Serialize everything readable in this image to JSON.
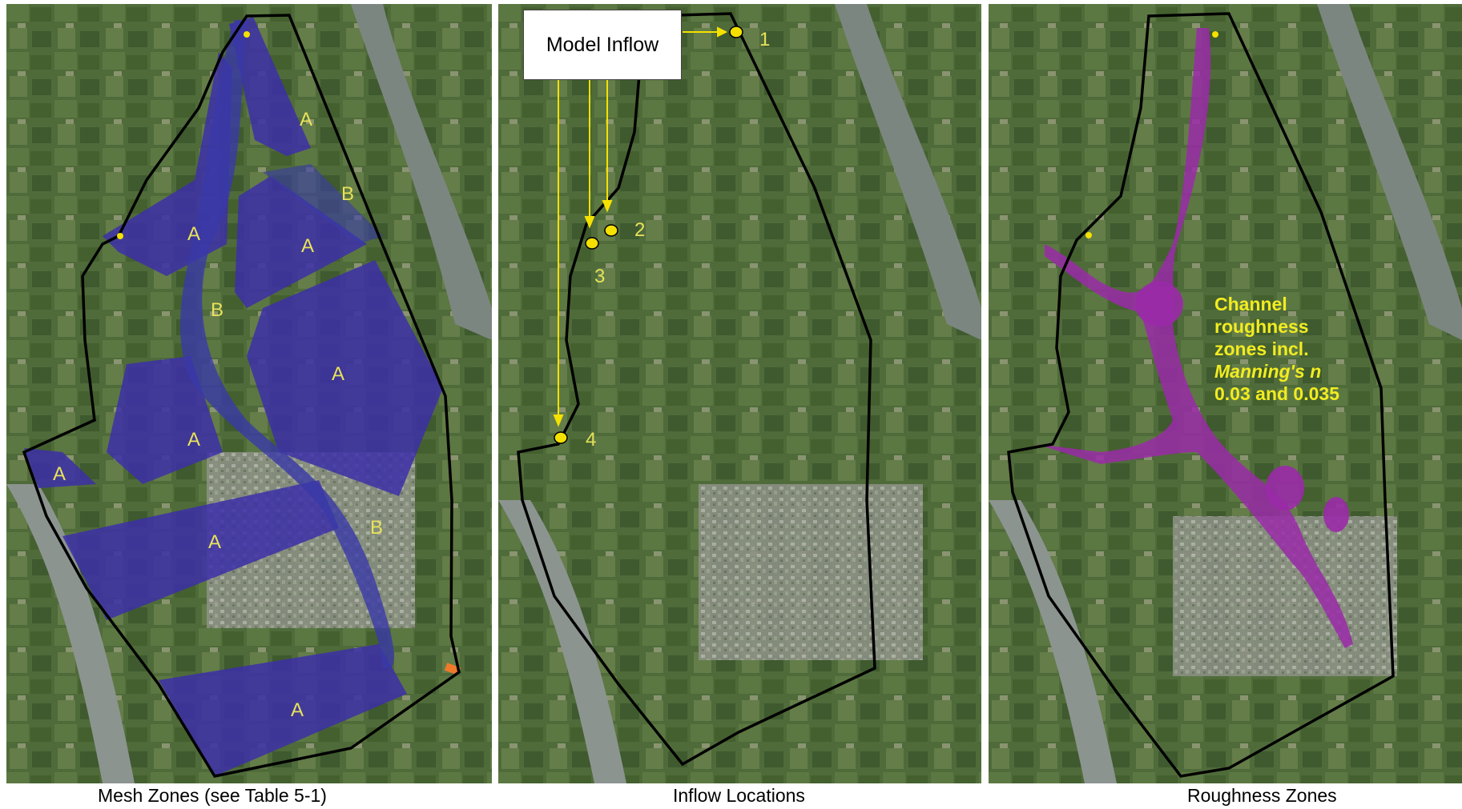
{
  "panels": {
    "mesh": {
      "caption": "Mesh Zones (see Table 5-1)",
      "zone_labels": [
        "A",
        "B",
        "A",
        "A",
        "B",
        "A",
        "A",
        "A",
        "A",
        "B",
        "A"
      ]
    },
    "inflow": {
      "caption": "Inflow Locations",
      "callout": "Model Inflow",
      "points": [
        "1",
        "2",
        "3",
        "4"
      ]
    },
    "roughness": {
      "caption": "Roughness Zones",
      "note_lines": [
        "Channel",
        "roughness",
        "zones incl."
      ],
      "note_italic": "Manning's n",
      "note_values": "0.03 and 0.035"
    }
  },
  "colors": {
    "zone_a": "#3c2fa8",
    "zone_b": "#3a3aa8",
    "label": "#e8e25a",
    "point": "#f5e100",
    "channel": "#9a2aa8",
    "boundary": "#000000",
    "outlet": "#f07a2a"
  }
}
